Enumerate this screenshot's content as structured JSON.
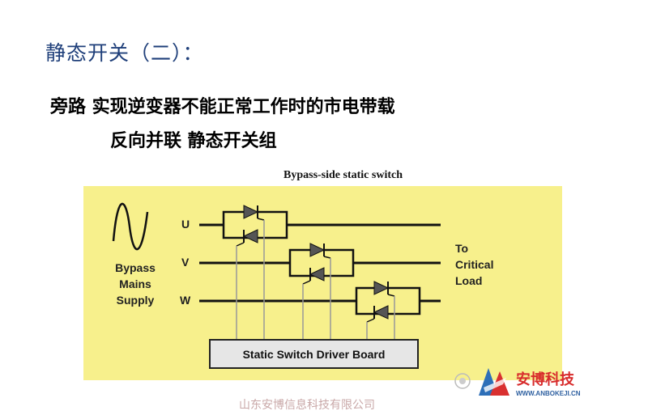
{
  "title": "静态开关（二）：",
  "line1": "旁路 实现逆变器不能正常工作时的市电带载",
  "line2": "反向并联 静态开关组",
  "diagram": {
    "title": "Bypass-side static switch",
    "phases": [
      "U",
      "V",
      "W"
    ],
    "source_label": [
      "Bypass",
      "Mains",
      "Supply"
    ],
    "load_label": [
      "To",
      "Critical",
      "Load"
    ],
    "driver_board_label": "Static Switch Driver Board",
    "panel_color": "#f7f08c",
    "icon": "sine-wave-icon"
  },
  "footer": "山东安博信息科技有限公司",
  "logo": {
    "icon": "anbo-logo-icon",
    "name": "安博科技",
    "url": "WWW.ANBOKEJI.CN"
  }
}
